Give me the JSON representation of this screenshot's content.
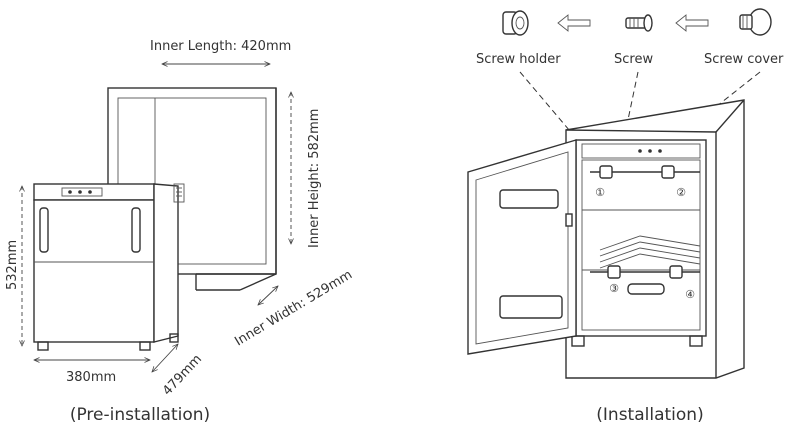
{
  "pre_installation": {
    "caption": "(Pre-installation)",
    "inner_length": "Inner Length: 420mm",
    "inner_height": "Inner Height: 582mm",
    "inner_width": "Inner Width: 529mm",
    "height_532": "532mm",
    "width_380": "380mm",
    "depth_479": "479mm"
  },
  "installation": {
    "caption": "(Installation)",
    "screw_holder": "Screw holder",
    "screw": "Screw",
    "screw_cover": "Screw cover",
    "markers": [
      "①",
      "②",
      "③",
      "④"
    ]
  }
}
